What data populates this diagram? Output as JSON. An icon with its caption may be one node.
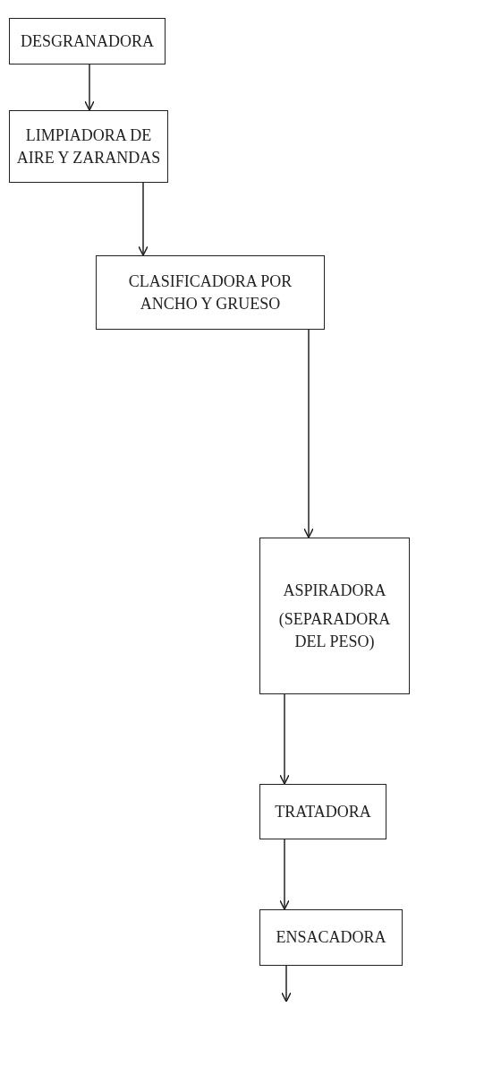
{
  "diagram": {
    "nodes": [
      {
        "text": [
          "DESGRANADORA"
        ]
      },
      {
        "text": [
          "LIMPIADORA DE AIRE Y ZARANDAS"
        ]
      },
      {
        "text": [
          "CLASIFICADORA POR ANCHO Y GRUESO"
        ]
      },
      {
        "text": [
          "ASPIRADORA",
          "(SEPARADORA DEL PESO)"
        ]
      },
      {
        "text": [
          "TRATADORA"
        ]
      },
      {
        "text": [
          "ENSACADORA"
        ]
      }
    ],
    "edges": [
      {
        "from": 0,
        "to": 1,
        "arrow": "to"
      },
      {
        "from": 1,
        "to": 2,
        "arrow": "to"
      },
      {
        "from": 2,
        "to": 3,
        "arrow": "to"
      },
      {
        "from": 3,
        "to": 4,
        "arrow": "to"
      },
      {
        "from": 4,
        "to": 5,
        "arrow": "to"
      },
      {
        "from": 5,
        "to": null,
        "arrow": "to"
      }
    ]
  }
}
